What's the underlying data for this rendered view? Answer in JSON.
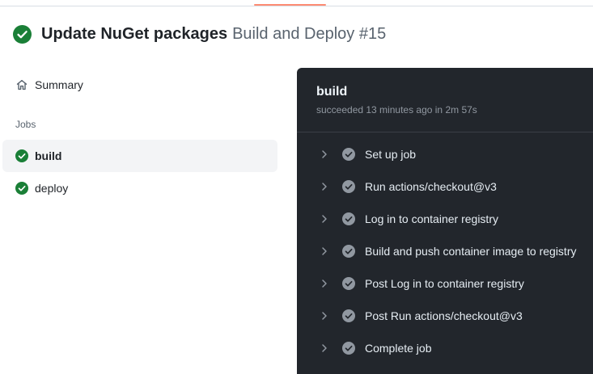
{
  "header": {
    "title": "Update NuGet packages",
    "workflow": "Build and Deploy #15"
  },
  "sidebar": {
    "summary_label": "Summary",
    "jobs_heading": "Jobs",
    "jobs": [
      {
        "label": "build",
        "status": "success",
        "active": true
      },
      {
        "label": "deploy",
        "status": "success",
        "active": false
      }
    ]
  },
  "job_panel": {
    "title": "build",
    "status_text": "succeeded 13 minutes ago in 2m 57s",
    "steps": [
      {
        "label": "Set up job"
      },
      {
        "label": "Run actions/checkout@v3"
      },
      {
        "label": "Log in to container registry"
      },
      {
        "label": "Build and push container image to registry"
      },
      {
        "label": "Post Log in to container registry"
      },
      {
        "label": "Post Run actions/checkout@v3"
      },
      {
        "label": "Complete job"
      }
    ]
  },
  "colors": {
    "success": "#1a7f37",
    "accent_underline": "#fd8c73",
    "panel_bg": "#22262c",
    "step_check": "#9198a1"
  },
  "icons": {
    "title_status": "check-circle-fill-icon",
    "summary": "home-icon",
    "step_expand": "chevron-right-icon",
    "step_status": "check-circle-fill-icon"
  }
}
